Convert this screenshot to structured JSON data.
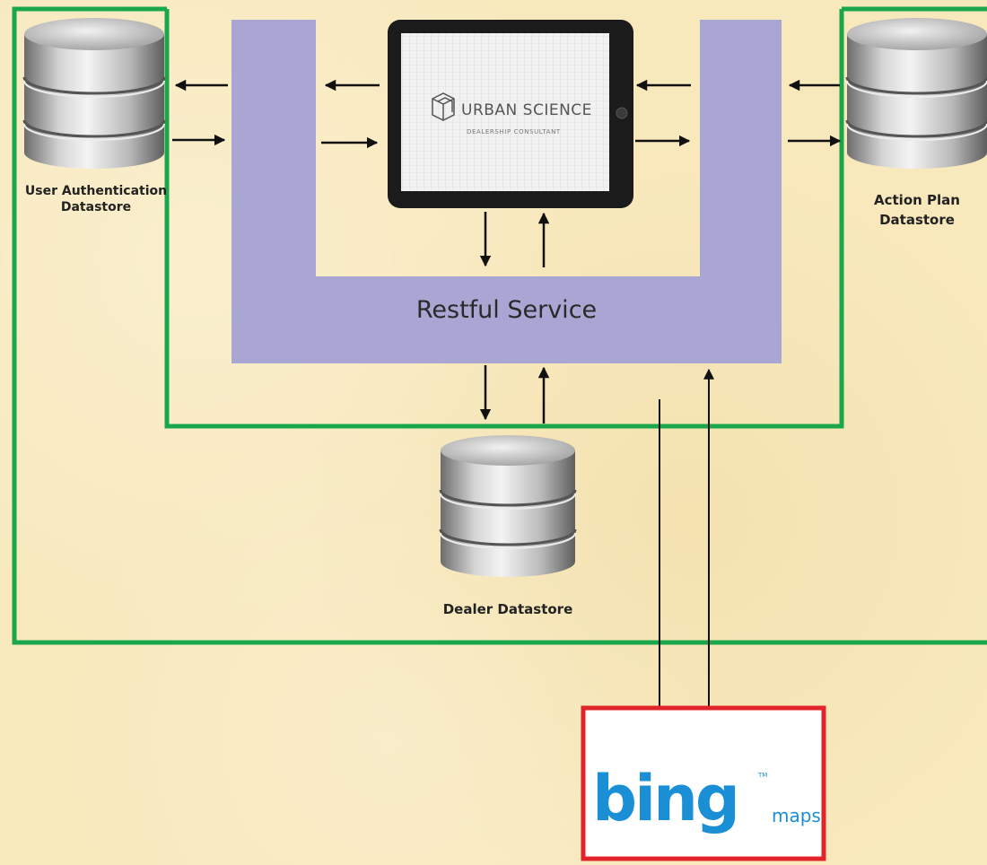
{
  "labels": {
    "user_auth_line1": "User Authentication",
    "user_auth_line2": "Datastore",
    "action_plan_line1": "Action Plan",
    "action_plan_line2": "Datastore",
    "dealer": "Dealer Datastore",
    "restful_service": "Restful Service"
  },
  "tablet": {
    "brand": "URBAN SCIENCE",
    "subtitle": "DEALERSHIP CONSULTANT"
  },
  "bing": {
    "word": "bing",
    "maps": "maps",
    "tm": "TM"
  },
  "colors": {
    "background": "#f8e9bd",
    "restful_block": "#a9a6d4",
    "boundary": "#1aa64a",
    "bing_border": "#e0242a",
    "bing_blue": "#1a8fd6"
  }
}
